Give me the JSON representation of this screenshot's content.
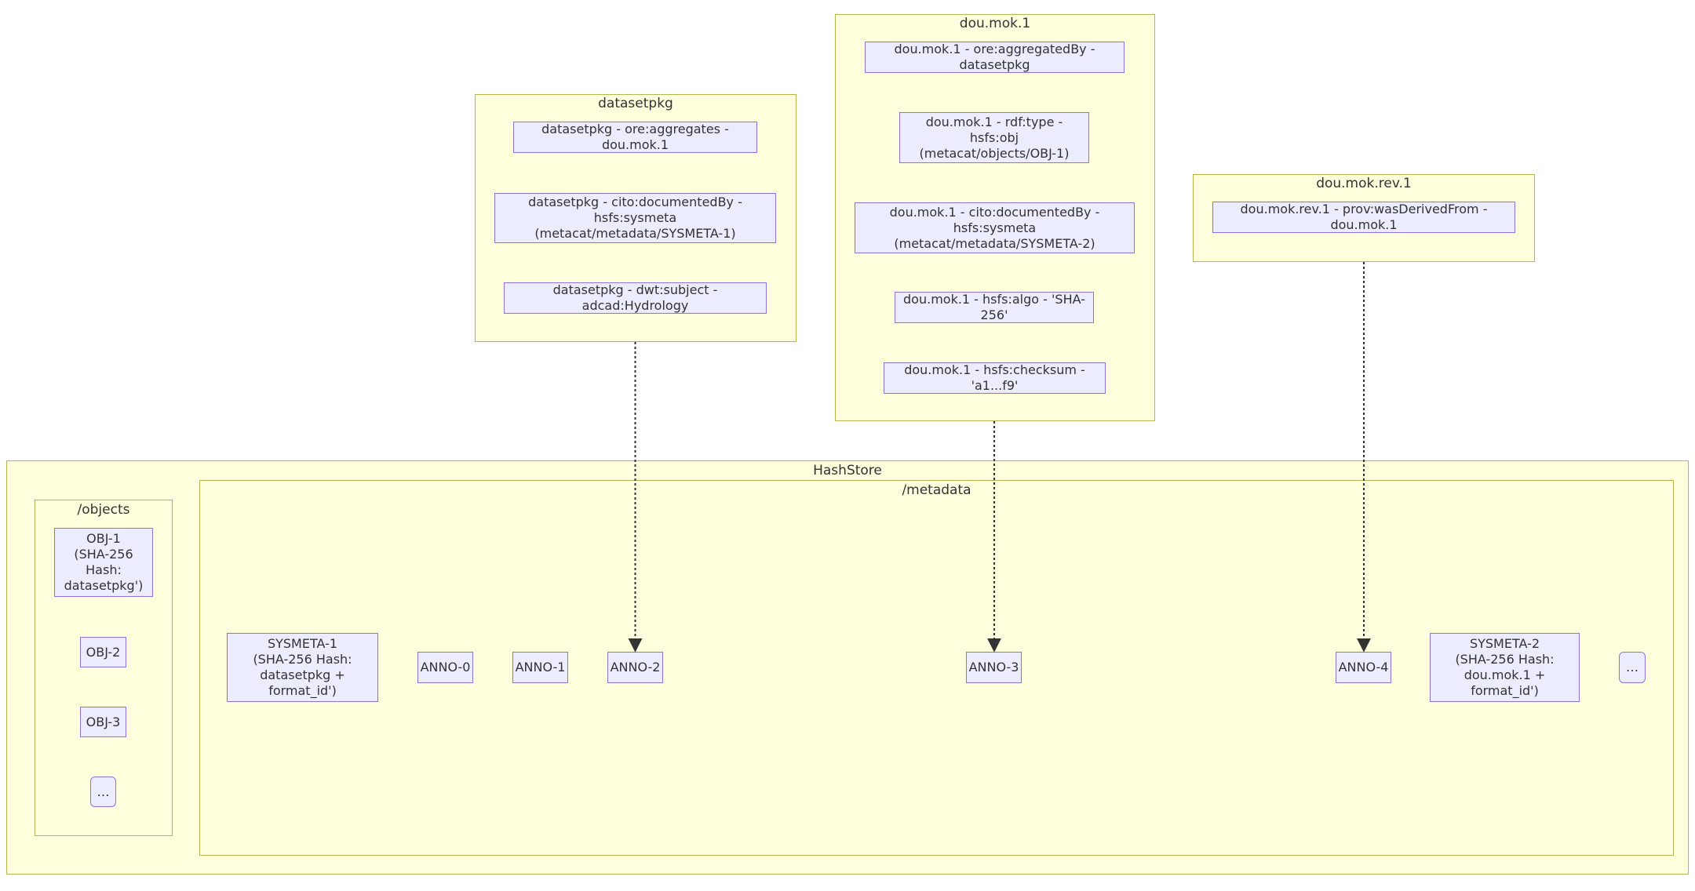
{
  "clusters": {
    "hashstore": "HashStore",
    "objects": "/objects",
    "metadata": "/metadata",
    "datasetpkg": "datasetpkg",
    "doumok1": "dou.mok.1",
    "doumokrev1": "dou.mok.rev.1"
  },
  "objects_nodes": {
    "obj1": "OBJ-1\n(SHA-256 Hash:\ndatasetpkg')",
    "obj2": "OBJ-2",
    "obj3": "OBJ-3",
    "more": "…"
  },
  "metadata_nodes": {
    "sysmeta1": "SYSMETA-1\n(SHA-256 Hash:\ndatasetpkg + format_id')",
    "anno0": "ANNO-0",
    "anno1": "ANNO-1",
    "anno2": "ANNO-2",
    "anno3": "ANNO-3",
    "anno4": "ANNO-4",
    "sysmeta2": "SYSMETA-2\n(SHA-256 Hash:\ndou.mok.1 + format_id')",
    "more": "…"
  },
  "datasetpkg_nodes": {
    "n1": "datasetpkg - ore:aggregates - dou.mok.1",
    "n2": "datasetpkg - cito:documentedBy - hsfs:sysmeta\n(metacat/metadata/SYSMETA-1)",
    "n3": "datasetpkg - dwt:subject - adcad:Hydrology"
  },
  "doumok1_nodes": {
    "n1": "dou.mok.1 - ore:aggregatedBy - datasetpkg",
    "n2": "dou.mok.1 - rdf:type - hsfs:obj\n(metacat/objects/OBJ-1)",
    "n3": "dou.mok.1 - cito:documentedBy - hsfs:sysmeta\n(metacat/metadata/SYSMETA-2)",
    "n4": "dou.mok.1 - hsfs:algo - 'SHA-256'",
    "n5": "dou.mok.1 - hsfs:checksum - 'a1...f9'"
  },
  "doumokrev1_nodes": {
    "n1": "dou.mok.rev.1 - prov:wasDerivedFrom - dou.mok.1"
  },
  "colors": {
    "cluster_fill": "#ffffde",
    "cluster_border": "#b5b552",
    "node_fill": "#ececff",
    "node_border": "#9370db",
    "edge": "#333333"
  }
}
